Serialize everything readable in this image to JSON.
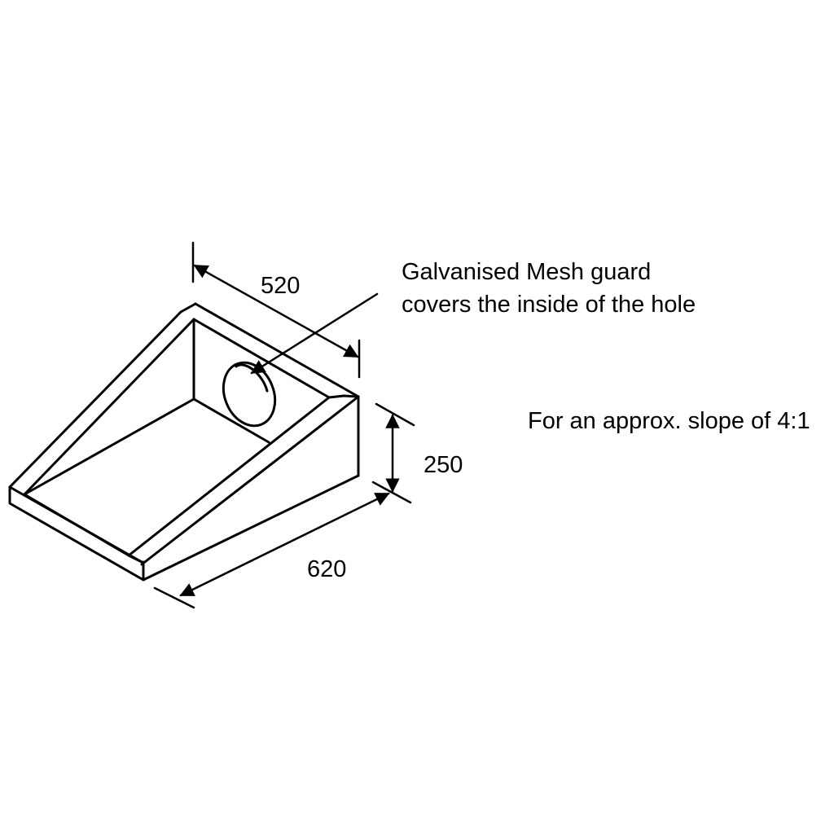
{
  "dimensions": {
    "width_top": "520",
    "height": "250",
    "length_base": "620"
  },
  "annotation": {
    "line1": "Galvanised Mesh guard",
    "line2": "covers the inside of the hole"
  },
  "note": "For an approx. slope of 4:1",
  "colors": {
    "stroke": "#000000",
    "background": "#ffffff"
  }
}
